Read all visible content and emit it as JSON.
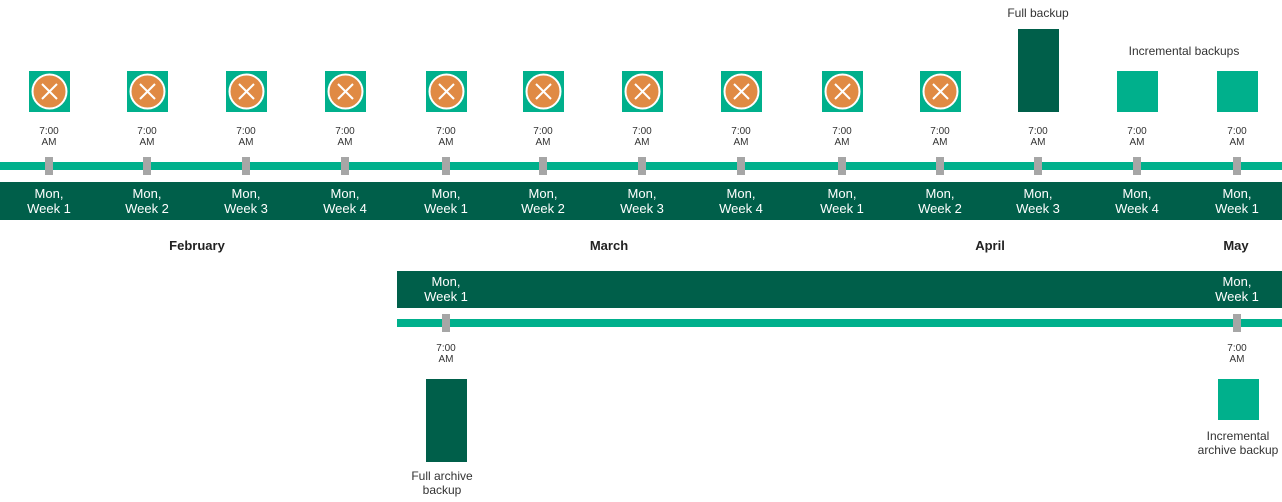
{
  "top_timeline": {
    "time_label": [
      "7:00",
      "AM"
    ],
    "days": [
      [
        "Mon,",
        "Week 1"
      ],
      [
        "Mon,",
        "Week 2"
      ],
      [
        "Mon,",
        "Week 3"
      ],
      [
        "Mon,",
        "Week 4"
      ],
      [
        "Mon,",
        "Week 1"
      ],
      [
        "Mon,",
        "Week 2"
      ],
      [
        "Mon,",
        "Week 3"
      ],
      [
        "Mon,",
        "Week 4"
      ],
      [
        "Mon,",
        "Week 1"
      ],
      [
        "Mon,",
        "Week 2"
      ],
      [
        "Mon,",
        "Week 3"
      ],
      [
        "Mon,",
        "Week 4"
      ],
      [
        "Mon,",
        "Week 1"
      ]
    ],
    "markers": [
      "failed",
      "failed",
      "failed",
      "failed",
      "failed",
      "failed",
      "failed",
      "failed",
      "failed",
      "failed",
      "full",
      "incremental",
      "incremental"
    ],
    "full_backup_label": "Full backup",
    "incremental_backups_label": "Incremental backups"
  },
  "months": [
    "February",
    "March",
    "April",
    "May"
  ],
  "archive_timeline": {
    "time_label": [
      "7:00",
      "AM"
    ],
    "days": [
      [
        "Mon,",
        "Week 1"
      ],
      [
        "Mon,",
        "Week 1"
      ]
    ],
    "full_archive_label": [
      "Full archive",
      "backup"
    ],
    "incremental_archive_label": [
      "Incremental",
      "archive backup"
    ]
  },
  "colors": {
    "dark_green": "#005f4a",
    "bright_green": "#00b08c",
    "failed_orange": "#e08a44",
    "tick_gray": "#a6a6a6"
  }
}
